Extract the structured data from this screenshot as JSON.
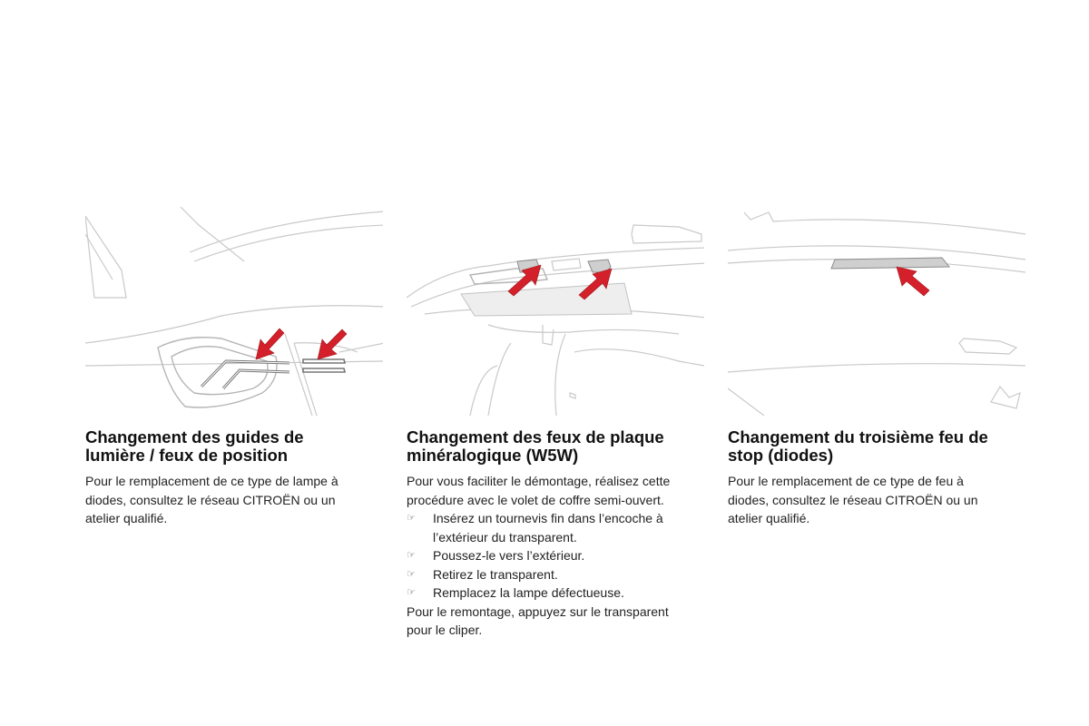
{
  "sections": [
    {
      "title": "Changement des guides de\nlumière / feux de position",
      "body": "Pour le remplacement de ce type de lampe à\ndiodes, consultez le réseau CITROËN ou un\natelier qualifié."
    },
    {
      "title": "Changement des feux de plaque\nminéralogique (W5W)",
      "intro": "Pour vous faciliter le démontage, réalisez cette\nprocédure avec le volet de coffre semi-ouvert.",
      "steps": [
        "Insérez un tournevis fin dans l’encoche à\nl’extérieur du transparent.",
        "Poussez-le vers l’extérieur.",
        "Retirez le transparent.",
        "Remplacez la lampe défectueuse."
      ],
      "outro": "Pour le remontage, appuyez sur le transparent\npour le cliper."
    },
    {
      "title": "Changement du troisième feu de\nstop (diodes)",
      "body": "Pour le remplacement de ce type de feu à\ndiodes, consultez le réseau CITROËN ou un\natelier qualifié."
    }
  ],
  "step_bullet": "☞",
  "colors": {
    "arrow": "#d4202a",
    "line_art": "#c9c9c9",
    "text": "#222222"
  },
  "icons": [
    "pointing-hand-bullet-icon",
    "red-arrow-icon"
  ]
}
